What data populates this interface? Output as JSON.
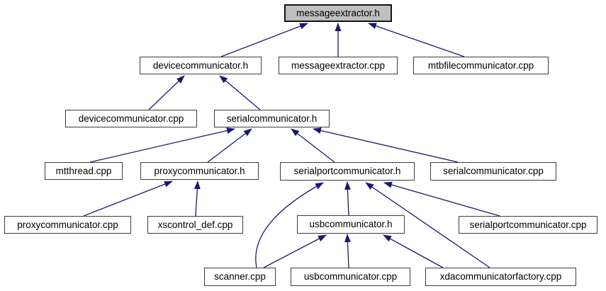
{
  "diagram": {
    "kind": "include-dependency-graph",
    "root": "messageextractor.h",
    "nodes": [
      {
        "id": "messageextractor_h",
        "label": "messageextractor.h",
        "highlighted": true
      },
      {
        "id": "devicecommunicator_h",
        "label": "devicecommunicator.h",
        "highlighted": false
      },
      {
        "id": "messageextractor_cpp",
        "label": "messageextractor.cpp",
        "highlighted": false
      },
      {
        "id": "mtbfilecommunicator_cpp",
        "label": "mtbfilecommunicator.cpp",
        "highlighted": false
      },
      {
        "id": "devicecommunicator_cpp",
        "label": "devicecommunicator.cpp",
        "highlighted": false
      },
      {
        "id": "serialcommunicator_h",
        "label": "serialcommunicator.h",
        "highlighted": false
      },
      {
        "id": "mtthread_cpp",
        "label": "mtthread.cpp",
        "highlighted": false
      },
      {
        "id": "proxycommunicator_h",
        "label": "proxycommunicator.h",
        "highlighted": false
      },
      {
        "id": "serialportcommunicator_h",
        "label": "serialportcommunicator.h",
        "highlighted": false
      },
      {
        "id": "serialcommunicator_cpp",
        "label": "serialcommunicator.cpp",
        "highlighted": false
      },
      {
        "id": "proxycommunicator_cpp",
        "label": "proxycommunicator.cpp",
        "highlighted": false
      },
      {
        "id": "xscontrol_def_cpp",
        "label": "xscontrol_def.cpp",
        "highlighted": false
      },
      {
        "id": "usbcommunicator_h",
        "label": "usbcommunicator.h",
        "highlighted": false
      },
      {
        "id": "serialportcommunicator_cpp",
        "label": "serialportcommunicator.cpp",
        "highlighted": false
      },
      {
        "id": "scanner_cpp",
        "label": "scanner.cpp",
        "highlighted": false
      },
      {
        "id": "usbcommunicator_cpp",
        "label": "usbcommunicator.cpp",
        "highlighted": false
      },
      {
        "id": "xdacommunicatorfactory_cpp",
        "label": "xdacommunicatorfactory.cpp",
        "highlighted": false
      }
    ],
    "edges": [
      {
        "from": "devicecommunicator_h",
        "to": "messageextractor_h"
      },
      {
        "from": "messageextractor_cpp",
        "to": "messageextractor_h"
      },
      {
        "from": "mtbfilecommunicator_cpp",
        "to": "messageextractor_h"
      },
      {
        "from": "devicecommunicator_cpp",
        "to": "devicecommunicator_h"
      },
      {
        "from": "serialcommunicator_h",
        "to": "devicecommunicator_h"
      },
      {
        "from": "mtthread_cpp",
        "to": "serialcommunicator_h"
      },
      {
        "from": "proxycommunicator_h",
        "to": "serialcommunicator_h"
      },
      {
        "from": "serialportcommunicator_h",
        "to": "serialcommunicator_h"
      },
      {
        "from": "serialcommunicator_cpp",
        "to": "serialcommunicator_h"
      },
      {
        "from": "proxycommunicator_cpp",
        "to": "proxycommunicator_h"
      },
      {
        "from": "xscontrol_def_cpp",
        "to": "proxycommunicator_h"
      },
      {
        "from": "usbcommunicator_h",
        "to": "serialportcommunicator_h"
      },
      {
        "from": "serialportcommunicator_cpp",
        "to": "serialportcommunicator_h"
      },
      {
        "from": "scanner_cpp",
        "to": "serialportcommunicator_h"
      },
      {
        "from": "xdacommunicatorfactory_cpp",
        "to": "serialportcommunicator_h"
      },
      {
        "from": "scanner_cpp",
        "to": "usbcommunicator_h"
      },
      {
        "from": "usbcommunicator_cpp",
        "to": "usbcommunicator_h"
      },
      {
        "from": "xdacommunicatorfactory_cpp",
        "to": "usbcommunicator_h"
      }
    ]
  },
  "colors": {
    "edge": "#191970",
    "node_border": "#3c3c3c",
    "node_fill": "#ffffff",
    "highlight_fill": "#bfbfbf",
    "text": "#000000",
    "background": "#ffffff"
  }
}
